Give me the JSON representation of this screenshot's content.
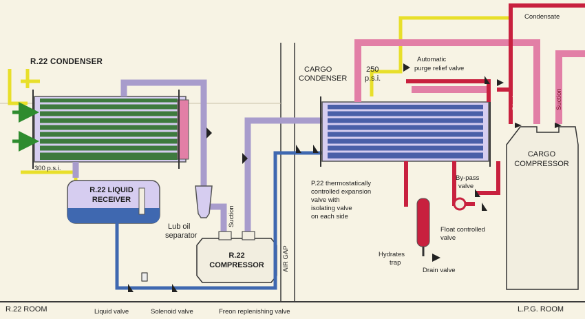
{
  "labels": {
    "r22_condenser": "R.22 CONDENSER",
    "pressure_300": "300 p.s.i.",
    "r22_liquid_receiver_line1": "R.22 LIQUID",
    "r22_liquid_receiver_line2": "RECEIVER",
    "lub_oil_separator_line1": "Lub oil",
    "lub_oil_separator_line2": "separator",
    "suction_left": "Suction",
    "r22_compressor_line1": "R.22",
    "r22_compressor_line2": "COMPRESSOR",
    "air_gap": "AIR GAP",
    "cargo_condenser_line1": "CARGO",
    "cargo_condenser_line2": "CONDENSER",
    "pressure_250_line1": "250",
    "pressure_250_line2": "p.s.i.",
    "purge_relief_line1": "Automatic",
    "purge_relief_line2": "purge relief valve",
    "condensate": "Condensate",
    "discharge": "Discharge",
    "suction_right": "Suction",
    "cargo_compressor_line1": "CARGO",
    "cargo_compressor_line2": "COMPRESSOR",
    "expansion_valve_line1": "P.22 thermostatically",
    "expansion_valve_line2": "controlled expansion",
    "expansion_valve_line3": "valve with",
    "expansion_valve_line4": "isolating valve",
    "expansion_valve_line5": "on each side",
    "bypass_valve_line1": "By-pass",
    "bypass_valve_line2": "valve",
    "float_valve_line1": "Float controlled",
    "float_valve_line2": "valve",
    "hydrates_trap_line1": "Hydrates",
    "hydrates_trap_line2": "trap",
    "drain_valve": "Drain valve",
    "liquid_valve": "Liquid valve",
    "solenoid_valve": "Solenoid valve",
    "freon_replenishing_valve": "Freon replenishing valve",
    "r22_room": "R.22 ROOM",
    "lpg_room": "L.P.G. ROOM"
  },
  "colors": {
    "background": "#f7f3e4",
    "r22_vapour_pipe": "#a89ccc",
    "r22_liquid_pipe": "#3f68b0",
    "cargo_liquid_pipe": "#c8203e",
    "cargo_vapour_pipe": "#e27fa6",
    "water_pipe": "#e8df2a",
    "condenser_tubes": "#3e7a3e",
    "cargo_condenser_tubes": "#4a5fa8"
  }
}
